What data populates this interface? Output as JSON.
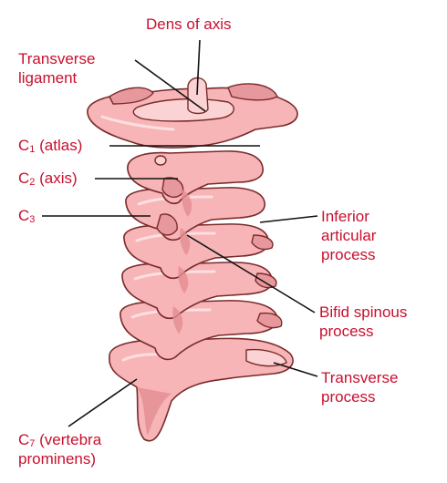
{
  "labels": {
    "dens_of_axis": "Dens of axis",
    "transverse_ligament_1": "Transverse",
    "transverse_ligament_2": "ligament",
    "c1_main": "C",
    "c1_sub": "1",
    "c1_rest": " (atlas)",
    "c2_main": "C",
    "c2_sub": "2",
    "c2_rest": " (axis)",
    "c3_main": "C",
    "c3_sub": "3",
    "inferior_1": "Inferior",
    "inferior_2": "articular",
    "inferior_3": "process",
    "bifid_1": "Bifid spinous",
    "bifid_2": "process",
    "transverse_process_1": "Transverse",
    "transverse_process_2": "process",
    "c7_main": "C",
    "c7_sub": "7",
    "c7_rest": " (vertebra",
    "c7_line2": "prominens)"
  },
  "colors": {
    "label_text": "#c8102e",
    "bone_fill": "#f7b5b8",
    "bone_outline": "#7a2a2a",
    "leader_line": "#111111"
  }
}
